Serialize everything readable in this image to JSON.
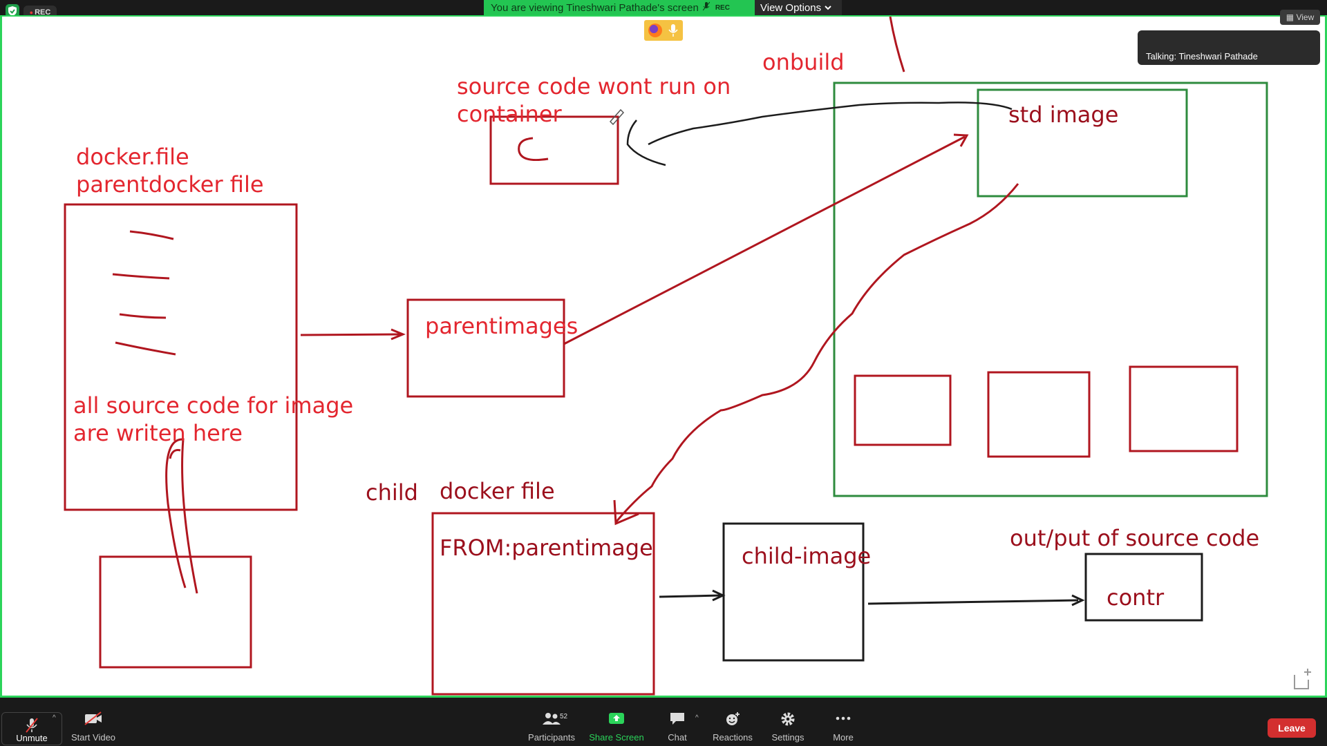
{
  "status_bar": {
    "rec_label": "REC",
    "viewing_text": "You are viewing Tineshwari Pathade's screen",
    "viewing_rec": "REC",
    "view_options": "View Options",
    "view_button": "View"
  },
  "talking": "Talking: Tineshwari Pathade",
  "whiteboard": {
    "onbuild": "onbuild",
    "source_wont_run_1": "source code wont run on",
    "source_wont_run_2": "container",
    "docker_file_1": "docker.file",
    "docker_file_2": "parentdocker file",
    "std_image": "std image",
    "parentimages": "parentimages",
    "all_source_1": "all source code for image",
    "all_source_2": "are writen here",
    "child": "child",
    "child_docker_file": "docker file",
    "from_parentimage": "FROM:parentimage",
    "child_image": "child-image",
    "output_source": "out/put of source code",
    "contr": "contr"
  },
  "toolbar": {
    "unmute": "Unmute",
    "start_video": "Start Video",
    "participants": "Participants",
    "participants_count": "52",
    "share_screen": "Share Screen",
    "chat": "Chat",
    "reactions": "Reactions",
    "settings": "Settings",
    "more": "More",
    "leave": "Leave"
  },
  "colors": {
    "share_border": "#2bd45a",
    "leave": "#d32f2f",
    "ink_red": "#e3262f",
    "ink_dark_red": "#9b0f1c",
    "ink_green": "#2e8b3e"
  }
}
